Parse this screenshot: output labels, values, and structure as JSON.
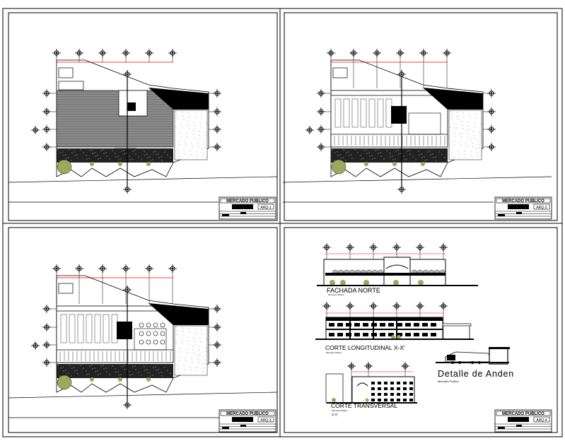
{
  "drawing": {
    "panels": [
      {
        "id": "planta-techos",
        "title_block": {
          "project": "MERCADO PUBLICO",
          "sheet": "ARQ-1"
        }
      },
      {
        "id": "planta-alta",
        "title_block": {
          "project": "MERCADO PUBLICO",
          "sheet": "ARQ-2"
        }
      },
      {
        "id": "planta-baja",
        "title_block": {
          "project": "MERCADO PUBLICO",
          "sheet": "ARQ-3"
        }
      },
      {
        "id": "fachadas-cortes",
        "title_block": {
          "project": "MERCADO PUBLICO",
          "sheet": "ARQ-4"
        }
      }
    ],
    "labels": {
      "fachada_norte": "FACHADA NORTE",
      "corte_longitudinal": "CORTE LONGITUDINAL X-X'",
      "corte_transversal": "CORTE TRANSVERSAL",
      "corte_transversal_ref": "Y-Y'",
      "detalle_anden": "Detalle de Anden",
      "subtitle": "Mercado Público"
    },
    "colors": {
      "line": "#000000",
      "hatch": "#8c8c8c",
      "tree": "#9aaa5a",
      "dimension": "#ff0000"
    }
  }
}
